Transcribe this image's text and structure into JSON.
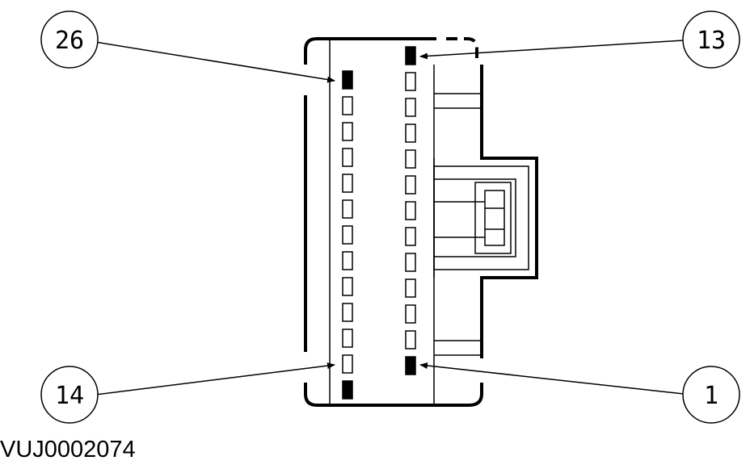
{
  "callouts": {
    "pin_26": "26",
    "pin_13": "13",
    "pin_14": "14",
    "pin_1": "1"
  },
  "figure_id": "VUJ0002074",
  "connector": {
    "rows_per_column": 13,
    "filled_pins": [
      "1",
      "13",
      "14",
      "26"
    ]
  }
}
